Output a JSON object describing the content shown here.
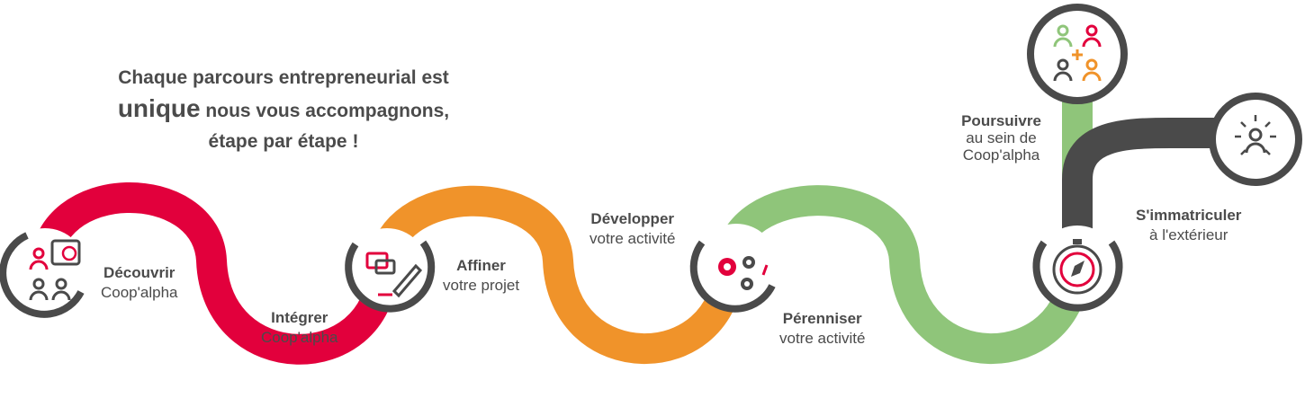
{
  "headline": {
    "line1": "Chaque parcours entrepreneurial est",
    "line2_emph": "unique",
    "line2_rest": " nous vous accompagnons,",
    "line3": "étape par étape !"
  },
  "steps": [
    {
      "title": "Découvrir",
      "subtitle": "Coop'alpha"
    },
    {
      "title": "Intégrer",
      "subtitle": "Coop'alpha"
    },
    {
      "title": "Affiner",
      "subtitle": "votre projet"
    },
    {
      "title": "Développer",
      "subtitle": "votre activité"
    },
    {
      "title": "Pérenniser",
      "subtitle": "votre activité"
    },
    {
      "title": "Poursuivre",
      "subtitle": "au sein de Coop'alpha"
    },
    {
      "title": "S'immatriculer",
      "subtitle": "à l'extérieur"
    }
  ],
  "colors": {
    "red": "#e2003c",
    "orange": "#f0932a",
    "green": "#8fc57a",
    "dark": "#4a4a4a",
    "text": "#4b4b4b"
  },
  "icons": {
    "step1": "people-presentation-icon",
    "step2": "chat-pencil-icon",
    "step3": "gears-icon",
    "step4": "compass-icon",
    "step5": "group-network-icon",
    "step6": "person-sun-icon"
  }
}
